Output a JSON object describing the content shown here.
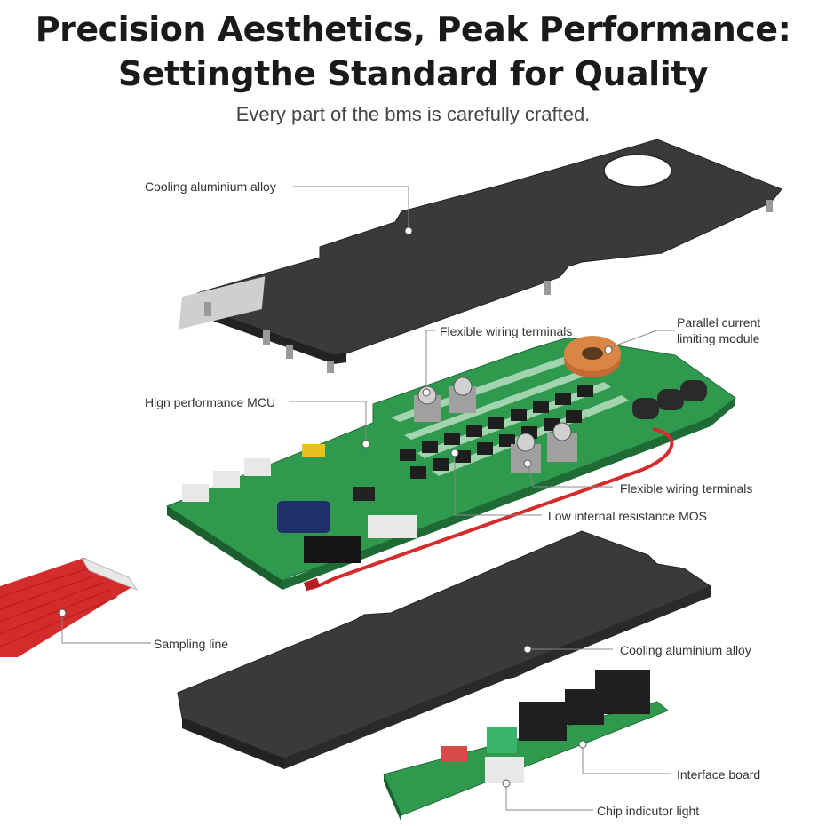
{
  "header": {
    "title_line1": "Precision Aesthetics, Peak Performance:",
    "title_line2": "Settingthe Standard for Quality",
    "subtitle": "Every part of the bms is carefully crafted."
  },
  "labels": {
    "cooling_top": "Cooling aluminium alloy",
    "flexible_top": "Flexible wiring terminals",
    "parallel_line1": "Parallel current",
    "parallel_line2": "limiting module",
    "mcu": "Hign performance MCU",
    "flexible_bottom": "Flexible wiring terminals",
    "mos": "Low internal resistance MOS",
    "sampling": "Sampling line",
    "cooling_bottom": "Cooling aluminium alloy",
    "interface": "Interface board",
    "chip": "Chip indicutor light"
  },
  "colors": {
    "plate": "#3b3b3b",
    "pcb": "#2f9a4d",
    "sampling_cable": "#d42c2c",
    "leader": "#888888"
  }
}
